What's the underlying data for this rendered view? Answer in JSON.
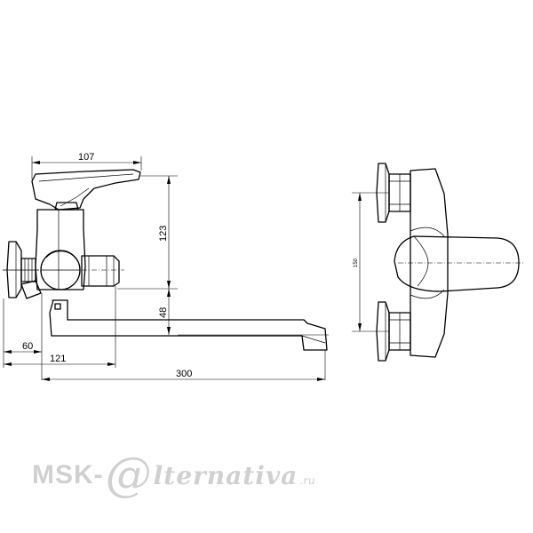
{
  "dimensions": {
    "top_width": "107",
    "height_upper": "123",
    "height_lower": "48",
    "wall_offset": "60",
    "inner_offset": "121",
    "spout_length": "300",
    "side_spacing": "150"
  },
  "watermark": {
    "prefix": "MSK-",
    "at": "@",
    "suffix": "lternativa",
    "tld": ".ru"
  },
  "colors": {
    "line": "#000000",
    "watermark": "#d0d0d0",
    "background": "#ffffff"
  }
}
